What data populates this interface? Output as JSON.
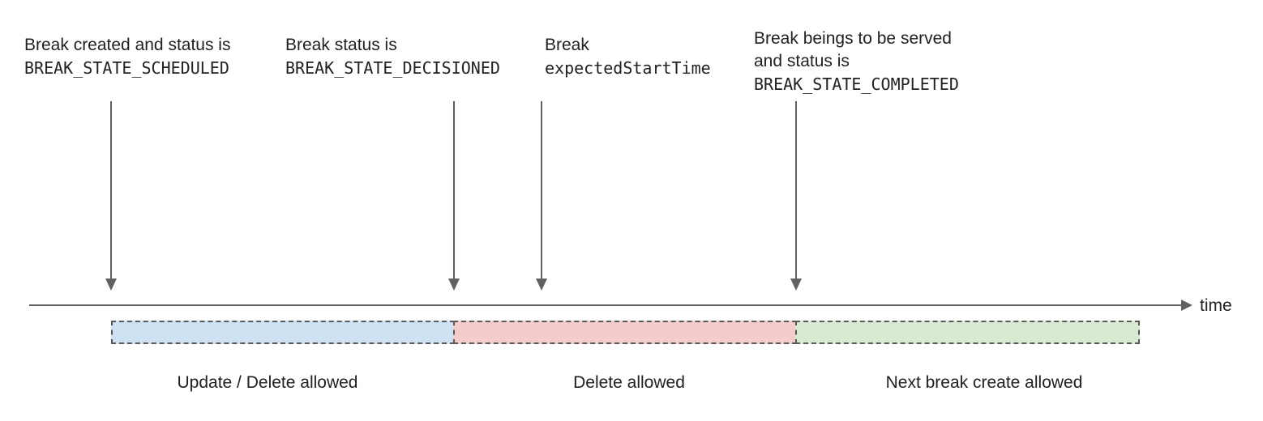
{
  "annotations": [
    {
      "line1": "Break created and status is",
      "code": "BREAK_STATE_SCHEDULED"
    },
    {
      "line1": "Break status is",
      "code": "BREAK_STATE_DECISIONED"
    },
    {
      "line1": "Break",
      "code": "expectedStartTime"
    },
    {
      "line1": "Break beings to be served",
      "line2": "and status is",
      "code": "BREAK_STATE_COMPLETED"
    }
  ],
  "timeline": {
    "axis_label": "time"
  },
  "segments": [
    {
      "label": "Update / Delete allowed",
      "fill": "#cfe2f3"
    },
    {
      "label": "Delete allowed",
      "fill": "#f4cccc"
    },
    {
      "label": "Next break create allowed",
      "fill": "#d9ead3"
    }
  ],
  "colors": {
    "arrow": "#616161",
    "axis": "#616161",
    "segment_border": "#595959",
    "text": "#212121"
  }
}
